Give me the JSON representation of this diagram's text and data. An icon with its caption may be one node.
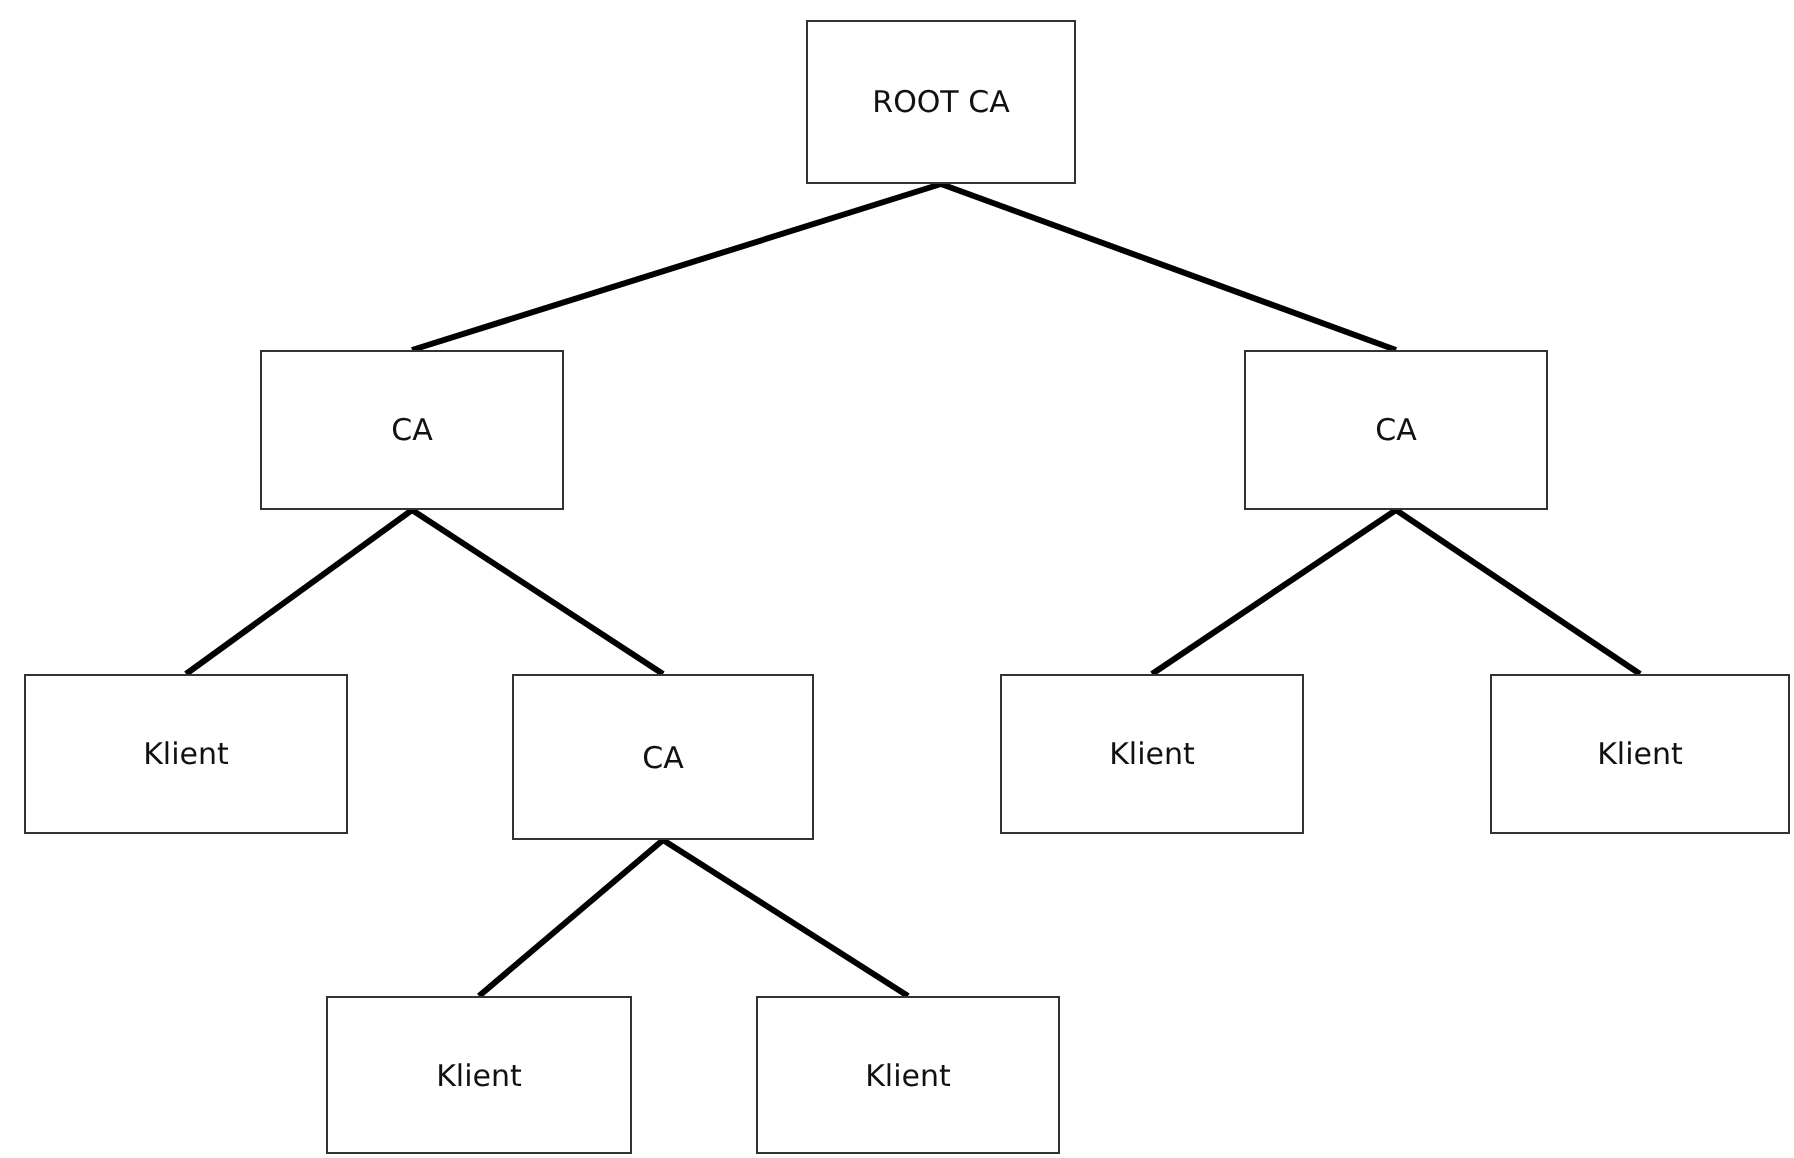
{
  "diagram": {
    "nodes": [
      {
        "text": [
          "ROOT CA"
        ]
      },
      {
        "text": [
          "CA"
        ]
      },
      {
        "text": [
          "CA"
        ]
      },
      {
        "text": [
          "Klient"
        ]
      },
      {
        "text": [
          "CA"
        ]
      },
      {
        "text": [
          "Klient"
        ]
      },
      {
        "text": [
          "Klient"
        ]
      },
      {
        "text": [
          "Klient"
        ]
      },
      {
        "text": [
          "Klient"
        ]
      }
    ],
    "edges": [
      {
        "from": 0,
        "to": 1,
        "arrow": "none"
      },
      {
        "from": 0,
        "to": 2,
        "arrow": "none"
      },
      {
        "from": 1,
        "to": 3,
        "arrow": "none"
      },
      {
        "from": 1,
        "to": 4,
        "arrow": "none"
      },
      {
        "from": 2,
        "to": 5,
        "arrow": "none"
      },
      {
        "from": 2,
        "to": 6,
        "arrow": "none"
      },
      {
        "from": 4,
        "to": 7,
        "arrow": "none"
      },
      {
        "from": 4,
        "to": 8,
        "arrow": "none"
      }
    ]
  }
}
